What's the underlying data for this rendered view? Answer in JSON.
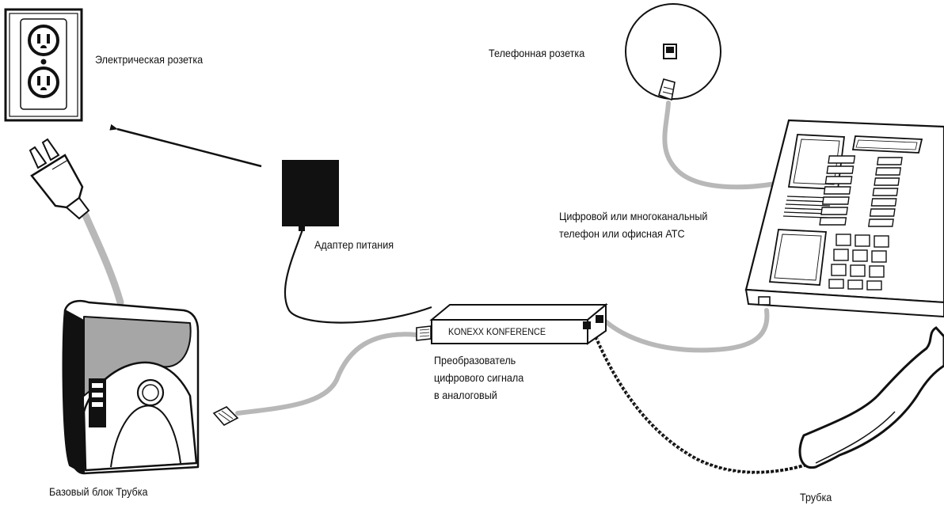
{
  "labels": {
    "outlet": "Электрическая розетка",
    "phone_jack": "Телефонная розетка",
    "power_adapter": "Адаптер питания",
    "phone_line1": "Цифровой или многоканальный",
    "phone_line2": "телефон или офисная АТС",
    "converter_line1": "Преобразователь",
    "converter_line2": "цифрового сигнала",
    "converter_line3": "в аналоговый",
    "base_unit": "Базовый блок Трубка",
    "handset": "Трубка"
  },
  "converter_box_label": "KONEXX KONFERENCE",
  "colors": {
    "ink": "#111111",
    "cable_gray": "#b8b8b8",
    "base_panel": "#a6a6a6",
    "paper": "#ffffff"
  },
  "icons": [
    "wall-outlet-icon",
    "phone-jack-icon",
    "power-plug-icon",
    "power-adapter-icon",
    "converter-box-icon",
    "office-phone-icon",
    "handset-icon",
    "base-unit-icon",
    "rj-connector-icon",
    "arrow-icon"
  ]
}
